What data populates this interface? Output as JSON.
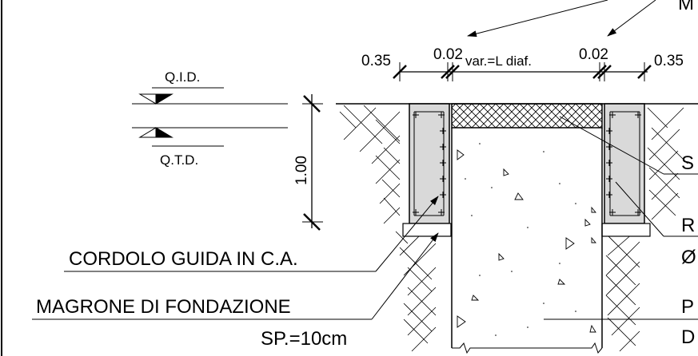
{
  "drawing": {
    "top_label_partial": "M",
    "dimensions": {
      "left_wall": "0.35",
      "left_gap": "0.02",
      "middle": "var.=L diaf.",
      "right_gap": "0.02",
      "right_wall": "0.35",
      "height": "1.00"
    },
    "levels": {
      "qid": "Q.I.D.",
      "qtd": "Q.T.D."
    },
    "labels": {
      "cordolo": "CORDOLO GUIDA IN C.A.",
      "magrone": "MAGRONE DI FONDAZIONE",
      "magrone_sp": "SP.=10cm",
      "right_s": "S",
      "right_r": "R",
      "right_o": "Ø",
      "right_p": "P",
      "right_d": "D"
    },
    "colors": {
      "line": "#000000",
      "wall_fill": "#d9d9d9",
      "background": "#ffffff"
    }
  }
}
